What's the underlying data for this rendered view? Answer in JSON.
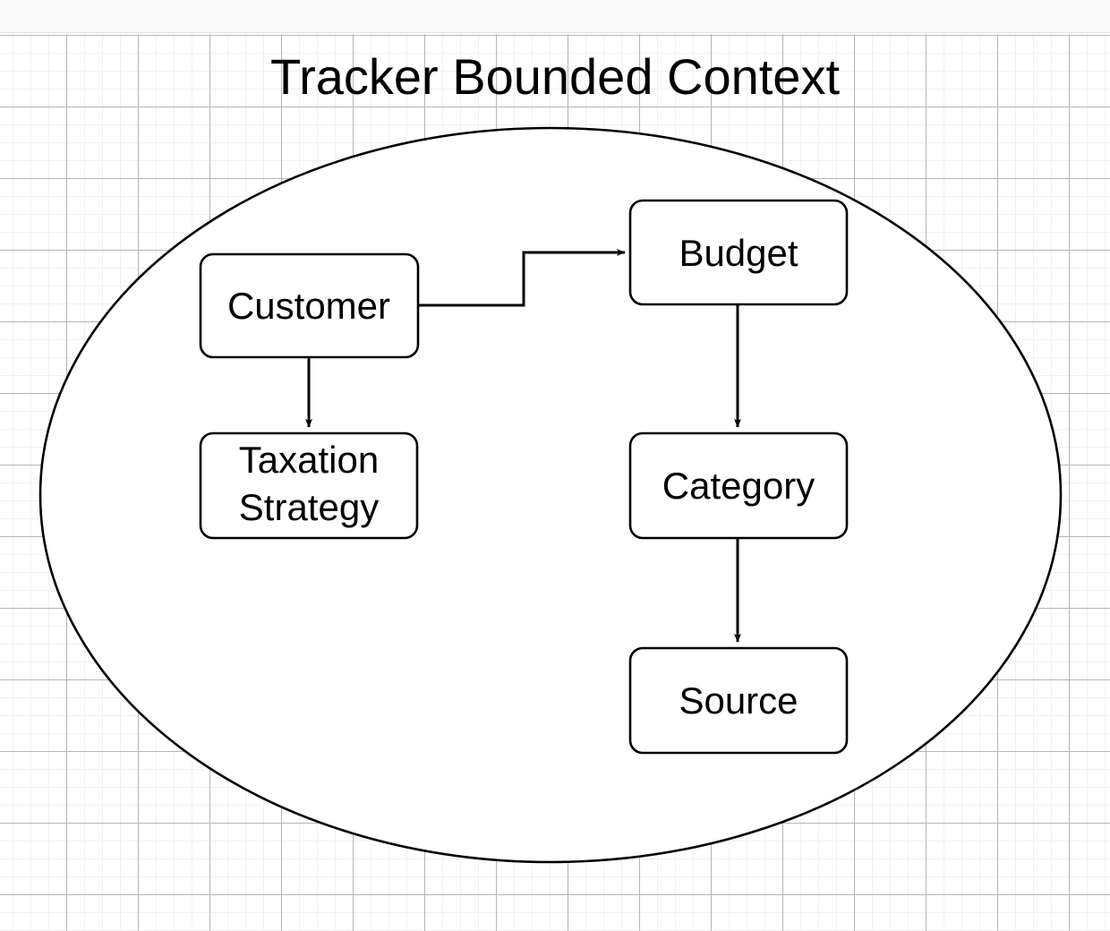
{
  "app": {
    "toolbar_label": ""
  },
  "diagram": {
    "title": "Tracker Bounded Context",
    "boundary": {
      "shape": "ellipse",
      "name": "tracker-bounded-context-boundary"
    },
    "nodes": [
      {
        "id": "customer",
        "label": "Customer"
      },
      {
        "id": "budget",
        "label": "Budget"
      },
      {
        "id": "taxation-strategy",
        "label_line1": "Taxation",
        "label_line2": "Strategy"
      },
      {
        "id": "category",
        "label": "Category"
      },
      {
        "id": "source",
        "label": "Source"
      }
    ],
    "edges": [
      {
        "id": "customer-to-budget",
        "from": "Customer",
        "to": "Budget",
        "style": "orthogonal-arrow"
      },
      {
        "id": "customer-to-taxation",
        "from": "Customer",
        "to": "Taxation Strategy",
        "style": "straight-arrow"
      },
      {
        "id": "budget-to-category",
        "from": "Budget",
        "to": "Category",
        "style": "straight-arrow"
      },
      {
        "id": "category-to-source",
        "from": "Category",
        "to": "Source",
        "style": "straight-arrow"
      }
    ],
    "colors": {
      "stroke": "#000000",
      "fill": "#ffffff",
      "grid_minor": "#f1f1f1",
      "grid_major": "#b6b6b6",
      "toolbar_bg": "#fafafa"
    }
  }
}
